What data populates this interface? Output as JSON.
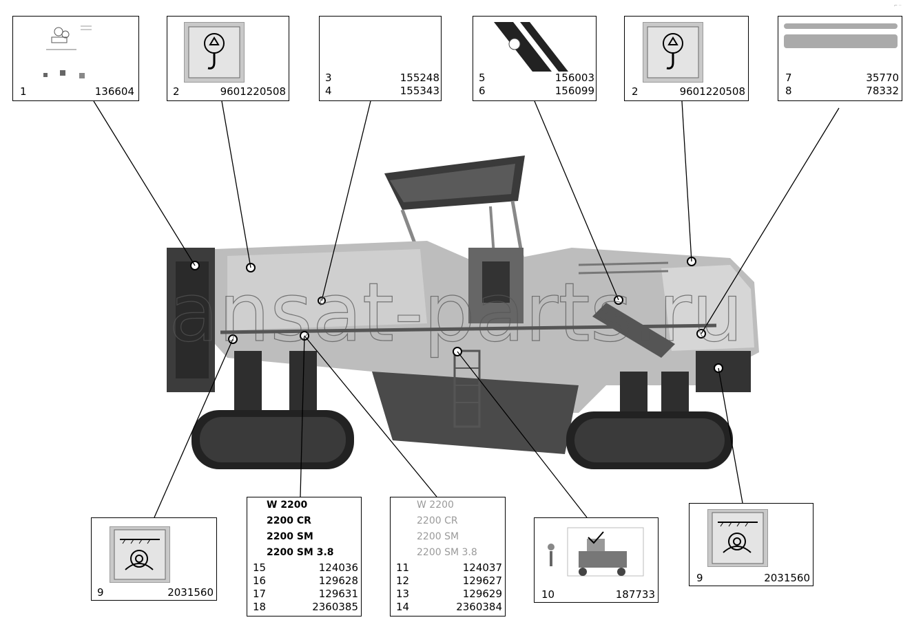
{
  "watermark": "ansat-parts.ru",
  "corner_mark": "⌐ ··",
  "callouts": [
    {
      "id": "top-1",
      "items": [
        {
          "num": "1",
          "code": "136604"
        }
      ]
    },
    {
      "id": "top-2a",
      "items": [
        {
          "num": "2",
          "code": "9601220508"
        }
      ]
    },
    {
      "id": "top-3",
      "items": [
        {
          "num": "3",
          "code": "155248"
        },
        {
          "num": "4",
          "code": "155343"
        }
      ]
    },
    {
      "id": "top-5",
      "items": [
        {
          "num": "5",
          "code": "156003"
        },
        {
          "num": "6",
          "code": "156099"
        }
      ]
    },
    {
      "id": "top-2b",
      "items": [
        {
          "num": "2",
          "code": "9601220508"
        }
      ]
    },
    {
      "id": "top-7",
      "items": [
        {
          "num": "7",
          "code": "35770"
        },
        {
          "num": "8",
          "code": "78332"
        }
      ]
    },
    {
      "id": "bot-9a",
      "items": [
        {
          "num": "9",
          "code": "2031560"
        }
      ]
    },
    {
      "id": "bot-15",
      "variants": [
        "W 2200",
        "2200 CR",
        "2200 SM",
        "2200 SM 3.8"
      ],
      "items": [
        {
          "num": "15",
          "code": "124036"
        },
        {
          "num": "16",
          "code": "129628"
        },
        {
          "num": "17",
          "code": "129631"
        },
        {
          "num": "18",
          "code": "2360385"
        }
      ]
    },
    {
      "id": "bot-11",
      "variants": [
        "W 2200",
        "2200 CR",
        "2200 SM",
        "2200 SM 3.8"
      ],
      "items": [
        {
          "num": "11",
          "code": "124037"
        },
        {
          "num": "12",
          "code": "129627"
        },
        {
          "num": "13",
          "code": "129629"
        },
        {
          "num": "14",
          "code": "2360384"
        }
      ]
    },
    {
      "id": "bot-10",
      "items": [
        {
          "num": "10",
          "code": "187733"
        }
      ]
    },
    {
      "id": "bot-9b",
      "items": [
        {
          "num": "9",
          "code": "2031560"
        }
      ]
    }
  ],
  "icons": {
    "hook": "crane-hook-icon",
    "tiedown": "tie-down-icon",
    "stripe": "warning-stripe-icon"
  }
}
